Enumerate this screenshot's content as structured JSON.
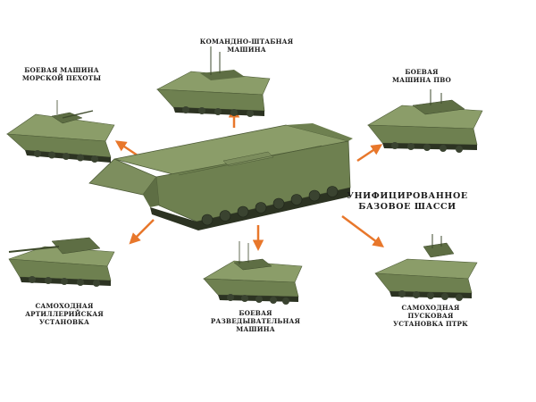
{
  "diagram": {
    "center": {
      "line1": "Унифицированное",
      "line2": "базовое шасси"
    },
    "vehicles": [
      {
        "id": "bmp",
        "line1": "Боевая машина",
        "line2": "морской пехоты",
        "line3": ""
      },
      {
        "id": "command",
        "line1": "Командно-штабная",
        "line2": "машина",
        "line3": ""
      },
      {
        "id": "pvo",
        "line1": "Боевая",
        "line2": "машина ПВО",
        "line3": ""
      },
      {
        "id": "artillery",
        "line1": "Самоходная",
        "line2": "артиллерийская",
        "line3": "установка"
      },
      {
        "id": "recon",
        "line1": "Боевая",
        "line2": "разведывательная",
        "line3": "машина"
      },
      {
        "id": "atgm",
        "line1": "Самоходная",
        "line2": "пусковая",
        "line3": "установка ПТРК"
      }
    ],
    "colors": {
      "arrow": "#e8772b",
      "hull_light": "#8b9d69",
      "hull_mid": "#6e8050",
      "hull_dark": "#4c5a36",
      "track": "#2c3322",
      "text": "#1b1b1b"
    }
  }
}
